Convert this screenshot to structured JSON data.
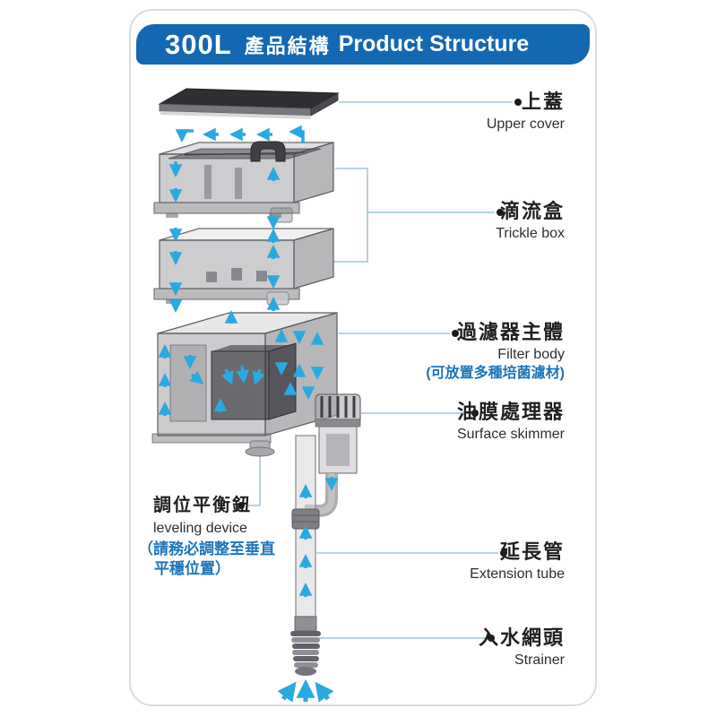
{
  "header": {
    "model": "300L",
    "title_zh": "產品結構",
    "title_en": "Product Structure"
  },
  "parts": {
    "upper_cover": {
      "zh": "上蓋",
      "en": "Upper cover"
    },
    "trickle_box": {
      "zh": "滴流盒",
      "en": "Trickle box"
    },
    "filter_body": {
      "zh": "過濾器主體",
      "en": "Filter body",
      "note": "(可放置多種培菌濾材)"
    },
    "surface_skimmer": {
      "zh": "油膜處理器",
      "en": "Surface skimmer"
    },
    "leveling_device": {
      "zh": "調位平衡鈕",
      "en": "leveling device",
      "note_line1": "（請務必調整至垂直",
      "note_line2": "平穩位置）"
    },
    "extension_tube": {
      "zh": "延長管",
      "en": "Extension tube"
    },
    "strainer": {
      "zh": "入水網頭",
      "en": "Strainer"
    }
  },
  "colors": {
    "banner_blue": "#1368b1",
    "note_blue": "#1b75bc",
    "arrow_blue": "#2aa9e0",
    "leader_line": "#9cc8dc",
    "cover_dark": "#2e2e33"
  }
}
